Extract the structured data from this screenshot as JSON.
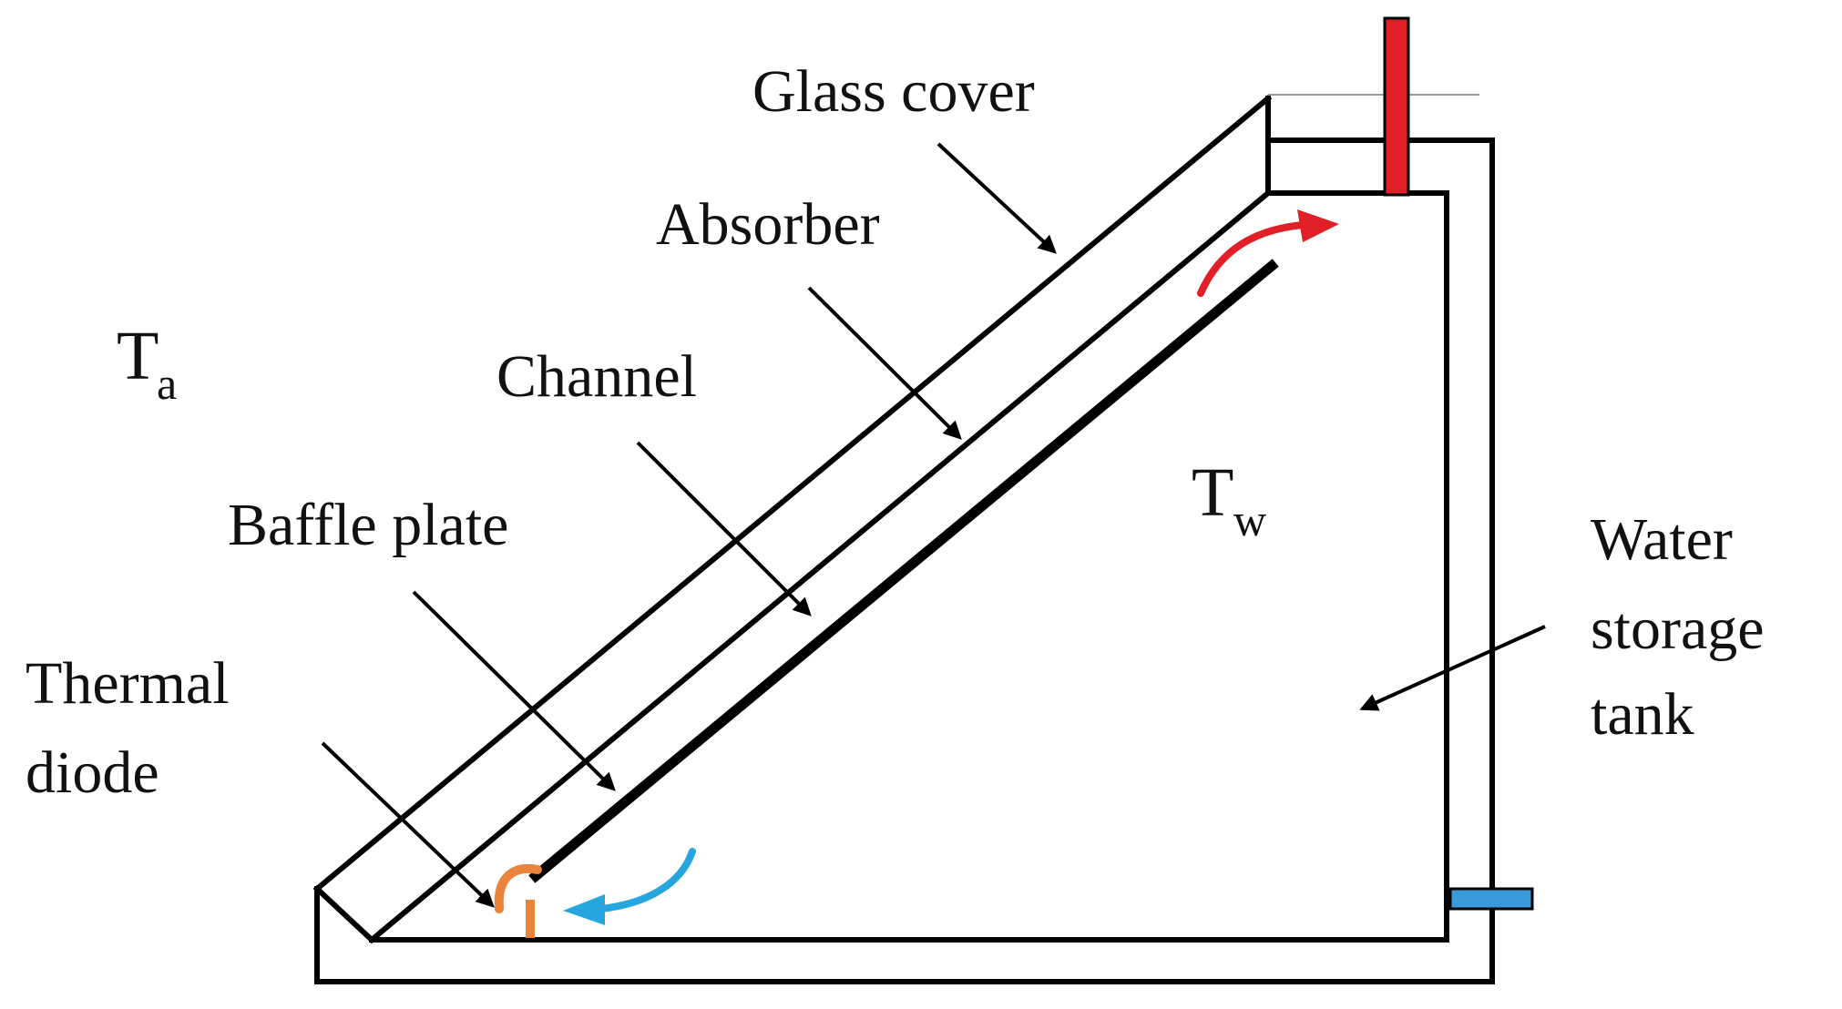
{
  "labels": {
    "glass_cover": "Glass cover",
    "absorber": "Absorber",
    "channel": "Channel",
    "baffle_plate": "Baffle plate",
    "thermal_diode_line1": "Thermal",
    "thermal_diode_line2": "diode",
    "water_tank_line1": "Water",
    "water_tank_line2": "storage",
    "water_tank_line3": "tank",
    "ambient_temp_symbol": "T",
    "ambient_temp_subscript": "a",
    "water_temp_symbol": "T",
    "water_temp_subscript": "w"
  },
  "colors": {
    "outline": "#000000",
    "hot_pipe": "#e01f26",
    "hot_flow_arrow": "#e01f26",
    "cold_pipe": "#3a9ad9",
    "cold_flow_arrow": "#25a6de",
    "thermal_diode": "#e8843c",
    "cap_line": "#9a9a9a"
  }
}
